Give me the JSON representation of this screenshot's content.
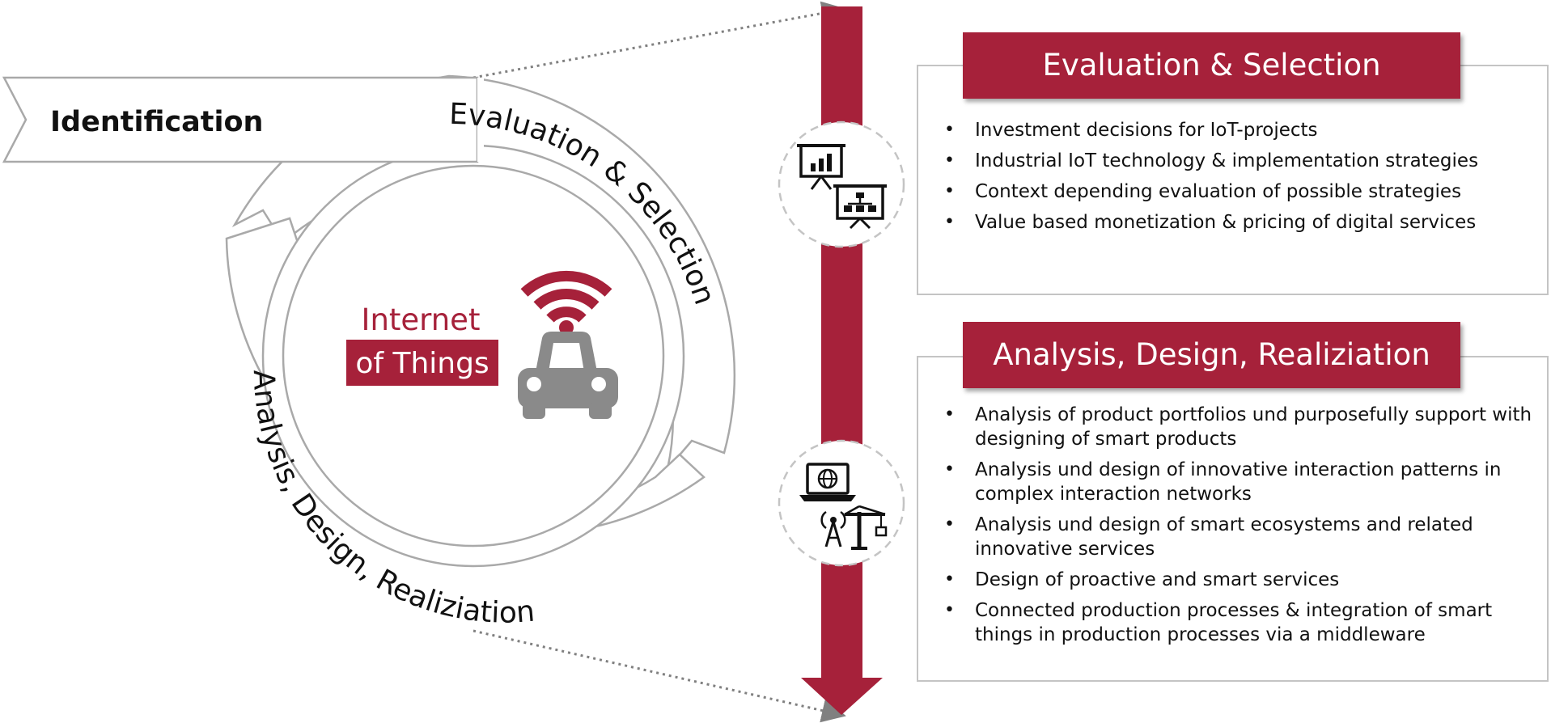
{
  "identification": {
    "label": "Identification"
  },
  "cycle": {
    "upper_label": "Evaluation & Selection",
    "lower_label": "Analysis, Design, Realiziation"
  },
  "center": {
    "line1": "Internet",
    "line2": "of Things",
    "icon": "connected-car-icon"
  },
  "timeline": {
    "icons": [
      "presentation-board-icons",
      "laptop-antenna-crane-icons"
    ]
  },
  "panels": [
    {
      "title": "Evaluation & Selection",
      "bullets": [
        "Investment decisions for IoT-projects",
        "Industrial IoT technology & implementation strategies",
        "Context depending evaluation of possible strategies",
        "Value based monetization & pricing of digital services"
      ]
    },
    {
      "title": "Analysis, Design, Realiziation",
      "bullets": [
        "Analysis of product portfolios und purposefully support with designing of smart products",
        "Analysis und design of innovative interaction patterns in complex interaction networks",
        "Analysis und design of smart ecosystems and related innovative services",
        "Design of proactive and smart services",
        "Connected production processes & integration of smart things in production processes via a middleware"
      ]
    }
  ],
  "colors": {
    "accent": "#a6213a",
    "icon_gray": "#8a8a8a",
    "border": "#c4c4c4"
  }
}
